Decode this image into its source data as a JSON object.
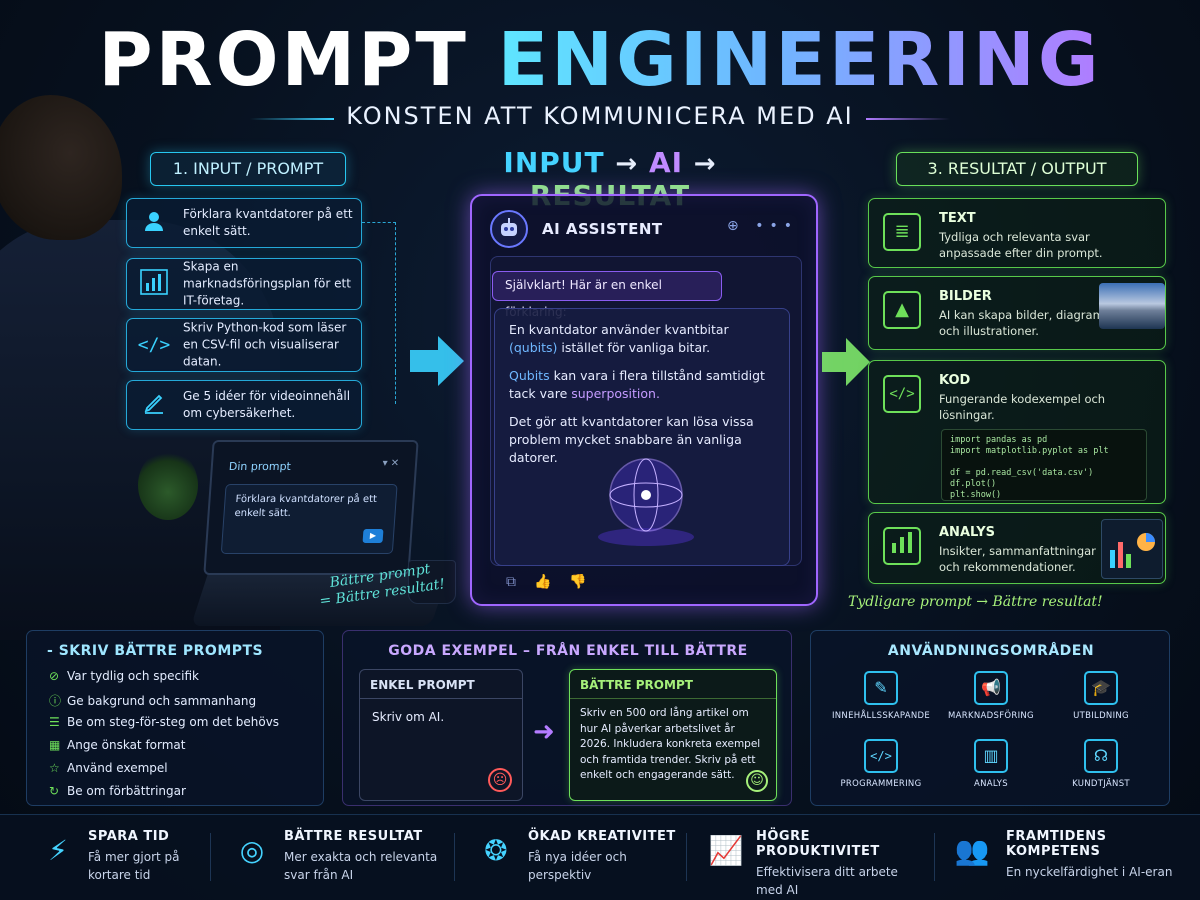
{
  "header": {
    "title_part1": "PROMPT",
    "title_part2": "ENGINEERING",
    "subtitle": "KONSTEN ATT KOMMUNICERA MED AI"
  },
  "flow": {
    "input": "INPUT",
    "arrow": "→",
    "ai": "AI",
    "result": "RESULTAT"
  },
  "input_panel": {
    "title": "1. INPUT / PROMPT",
    "items": [
      {
        "icon": "user-icon",
        "text": "Förklara kvantdatorer på ett enkelt sätt."
      },
      {
        "icon": "bar-chart-icon",
        "text": "Skapa en marknadsföringsplan för ett IT-företag."
      },
      {
        "icon": "code-icon",
        "text": "Skriv Python-kod som läser en CSV-fil och visualiserar datan."
      },
      {
        "icon": "pencil-icon",
        "text": "Ge 5 idéer för videoinnehåll om cybersäkerhet."
      }
    ]
  },
  "laptop": {
    "title": "Din prompt",
    "text": "Förklara kvantdatorer på ett enkelt sätt.",
    "note_line1": "Bättre prompt",
    "note_line2": "= Bättre resultat!"
  },
  "ai_panel": {
    "name": "AI ASSISTENT",
    "bubble": "Självklart! Här är en enkel förklaring:",
    "p1_a": "En kvantdator använder kvantbitar",
    "p1_b": "(qubits)",
    "p1_c": "istället för vanliga bitar.",
    "p2_a": "Qubits",
    "p2_b": "kan vara i flera tillstånd samtidigt tack vare",
    "p2_c": "superposition.",
    "p3": "Det gör att kvantdatorer kan lösa vissa problem mycket snabbare än vanliga datorer."
  },
  "output_panel": {
    "title": "3. RESULTAT / OUTPUT",
    "items": [
      {
        "icon": "document-icon",
        "heading": "TEXT",
        "text": "Tydliga och relevanta svar anpassade efter din prompt."
      },
      {
        "icon": "image-icon",
        "heading": "BILDER",
        "text": "AI kan skapa bilder, diagram och illustrationer."
      },
      {
        "icon": "code-icon",
        "heading": "KOD",
        "text": "Fungerande kodexempel och lösningar."
      },
      {
        "icon": "bar-chart-icon",
        "heading": "ANALYS",
        "text": "Insikter, sammanfattningar och rekommendationer."
      }
    ],
    "code": "import pandas as pd\nimport matplotlib.pyplot as plt\n\ndf = pd.read_csv('data.csv')\ndf.plot()\nplt.show()",
    "tagline": "Tydligare prompt → Bättre resultat!"
  },
  "tips_panel": {
    "title": "SKRIV BÄTTRE PROMPTS",
    "items": [
      "Var tydlig och specifik",
      "Ge bakgrund och sammanhang",
      "Be om steg-för-steg om det behövs",
      "Ange önskat format",
      "Använd exempel",
      "Be om förbättringar"
    ]
  },
  "examples_panel": {
    "title": "GODA EXEMPEL – FRÅN ENKEL TILL BÄTTRE",
    "simple_label": "ENKEL PROMPT",
    "simple_text": "Skriv om AI.",
    "better_label": "BÄTTRE PROMPT",
    "better_text": "Skriv en 500 ord lång artikel om hur AI påverkar arbetslivet år 2026. Inkludera konkreta exempel och framtida trender. Skriv på ett enkelt och engagerande sätt."
  },
  "use_panel": {
    "title": "ANVÄNDNINGSOMRÅDEN",
    "items": [
      {
        "icon": "edit-icon",
        "label": "INNEHÅLLSSKAPANDE"
      },
      {
        "icon": "megaphone-icon",
        "label": "MARKNADSFÖRING"
      },
      {
        "icon": "graduation-cap-icon",
        "label": "UTBILDNING"
      },
      {
        "icon": "code-icon",
        "label": "PROGRAMMERING"
      },
      {
        "icon": "bar-chart-icon",
        "label": "ANALYS"
      },
      {
        "icon": "headset-icon",
        "label": "KUNDTJÄNST"
      }
    ]
  },
  "footer": [
    {
      "icon": "lightning-icon",
      "heading": "SPARA TID",
      "text_line1": "Få mer gjort på",
      "text_line2": "kortare tid"
    },
    {
      "icon": "target-icon",
      "heading": "BÄTTRE RESULTAT",
      "text_line1": "Mer exakta och relevanta",
      "text_line2": "svar från AI"
    },
    {
      "icon": "brain-icon",
      "heading": "ÖKAD KREATIVITET",
      "text_line1": "Få nya idéer och",
      "text_line2": "perspektiv"
    },
    {
      "icon": "growth-chart-icon",
      "heading": "HÖGRE PRODUKTIVITET",
      "text_line1": "Effektivisera ditt arbete",
      "text_line2": "med AI"
    },
    {
      "icon": "people-icon",
      "heading": "FRAMTIDENS KOMPETENS",
      "text_line1": "En nyckelfärdighet i AI-eran",
      "text_line2": ""
    }
  ]
}
